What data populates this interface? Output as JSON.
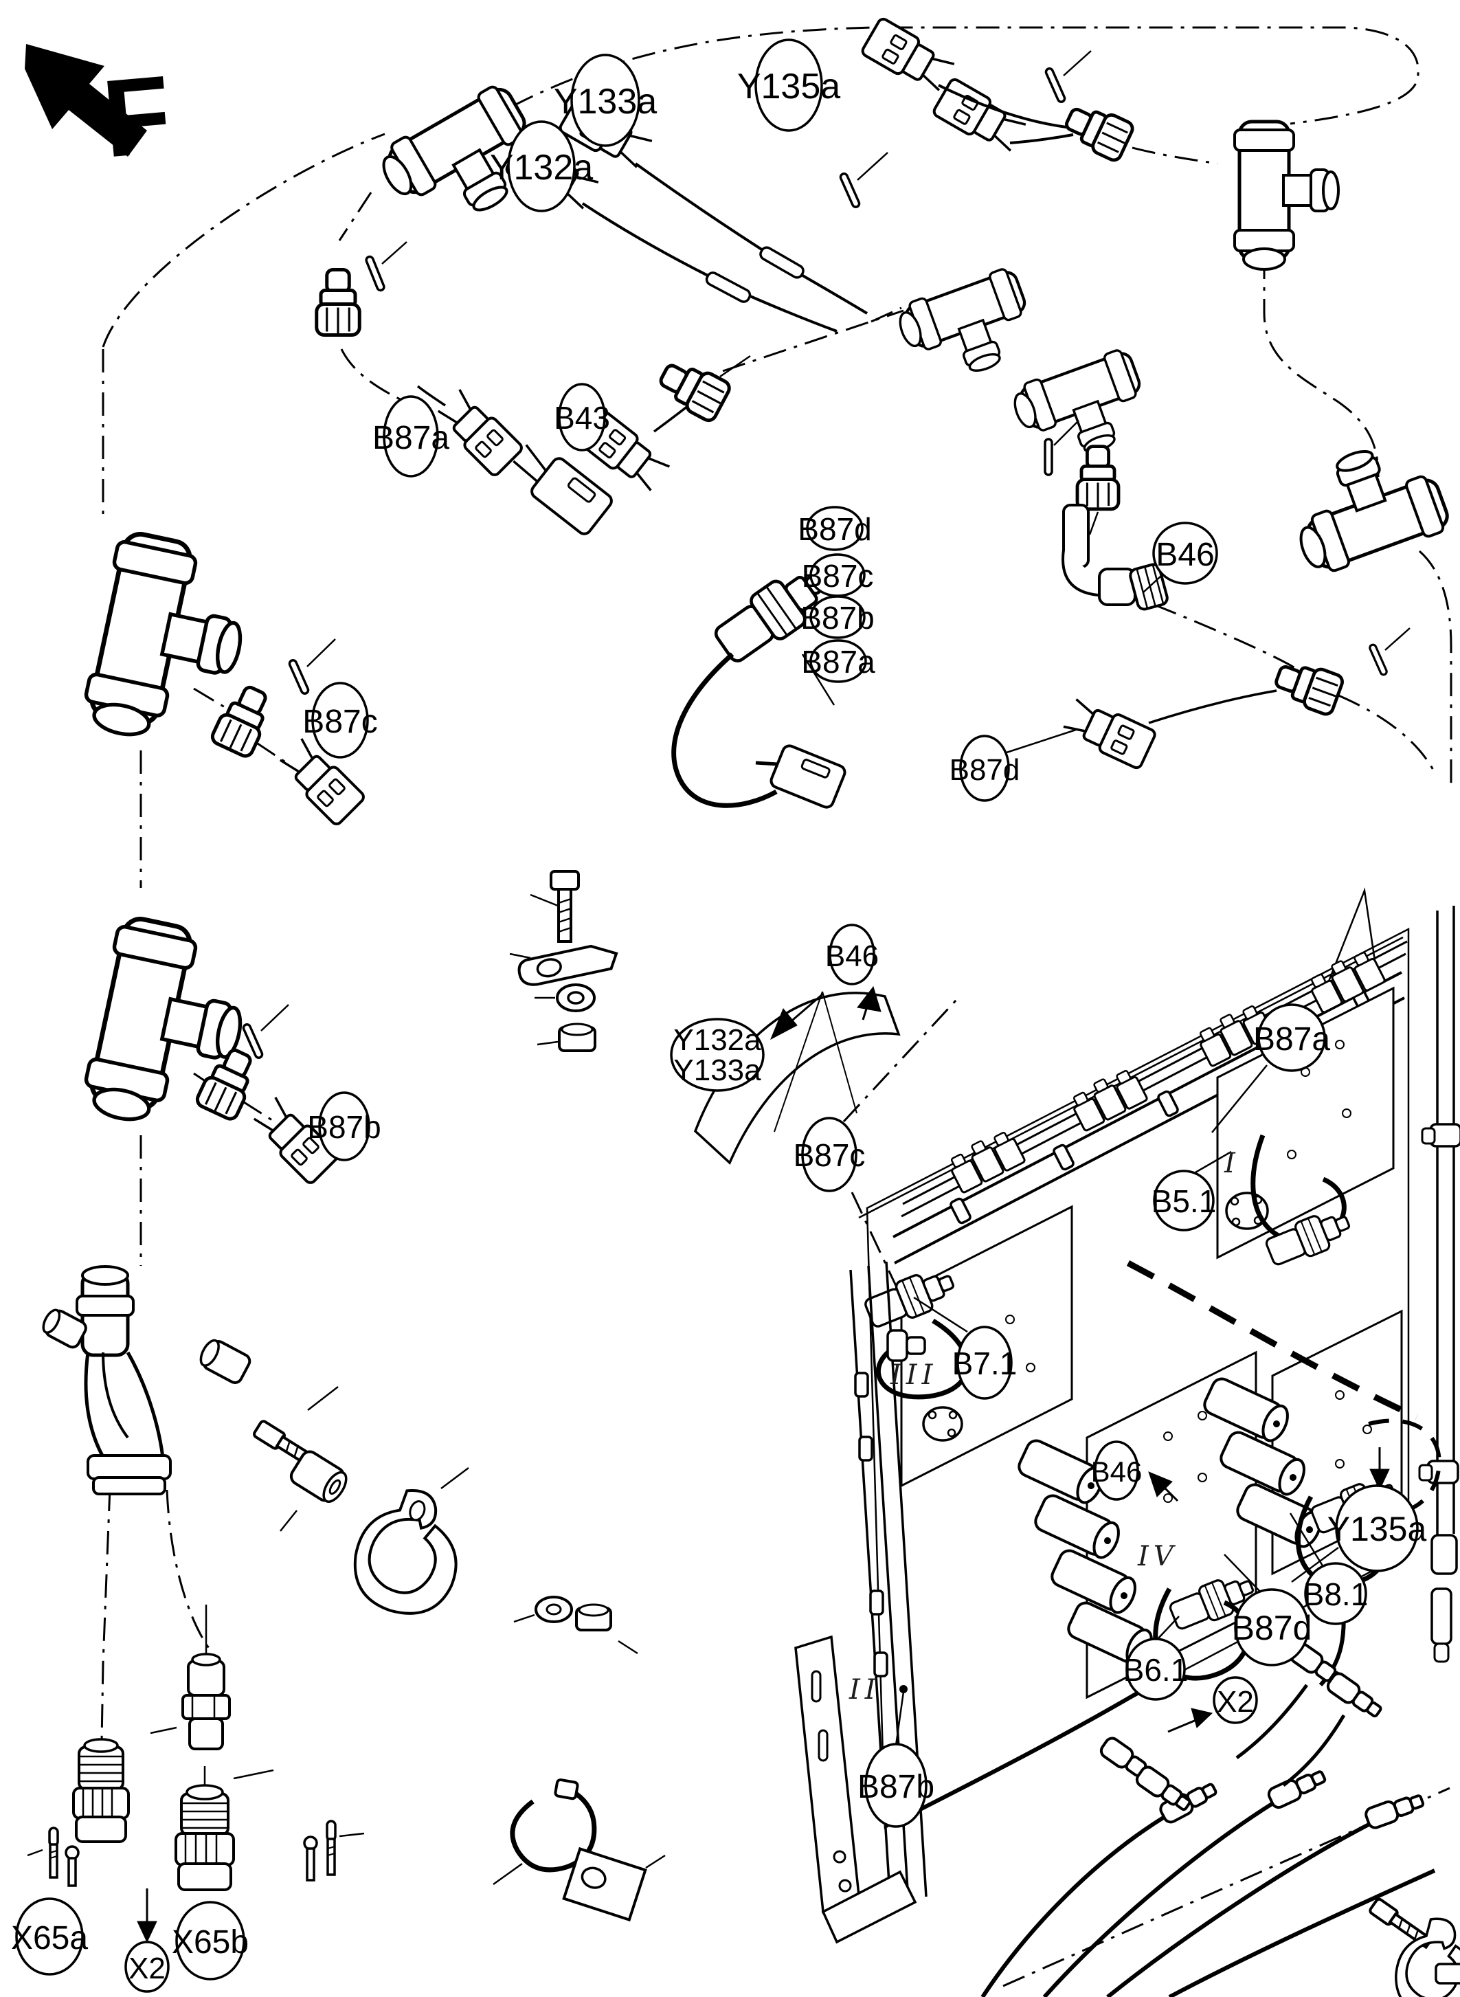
{
  "figure": {
    "type": "exploded-parts-diagram",
    "direction_arrow_label": "F"
  },
  "callouts": {
    "y133a_top": "Y133a",
    "y132a_top": "Y132a",
    "y135a_top": "Y135a",
    "b87a_left": "B87a",
    "b43": "B43",
    "b87d_stack": "B87d",
    "b87c_stack": "B87c",
    "b87b_stack": "B87b",
    "b87a_stack": "B87a",
    "b46_top": "B46",
    "b87d_right": "B87d",
    "b87c_left": "B87c",
    "b87b_left": "B87b",
    "y132a_panel_line1": "Y132a",
    "y132a_panel_line2": "Y133a",
    "b46_panel": "B46",
    "b87c_panel": "B87c",
    "b87a_panel": "B87a",
    "b5_1": "B5.1",
    "b7_1": "B7.1",
    "b46_lower": "B46",
    "y135a_lower": "Y135a",
    "b8_1": "B8.1",
    "b87d_lower": "B87d",
    "b6_1": "B6.1",
    "x2_right": "X2",
    "b87b_lower": "B87b",
    "x65a": "X65a",
    "x2_bottom": "X2",
    "x65b": "X65b"
  },
  "panel_labels": {
    "section_1": "I",
    "section_2": "II",
    "section_3": "III",
    "section_4": "IV"
  }
}
